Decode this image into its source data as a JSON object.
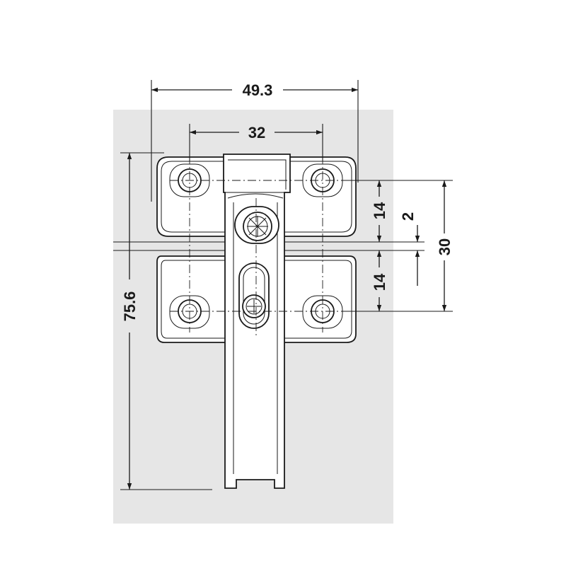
{
  "colors": {
    "background": "#ffffff",
    "panel": "#e6e6e6",
    "stroke": "#1a1a1a",
    "part_fill": "#ffffff"
  },
  "dimensions": {
    "overall_width": "49.3",
    "hole_spacing": "32",
    "upper_offset": "14",
    "lower_offset": "14",
    "gap": "2",
    "vertical_spacing": "30",
    "overall_height": "75.6"
  }
}
